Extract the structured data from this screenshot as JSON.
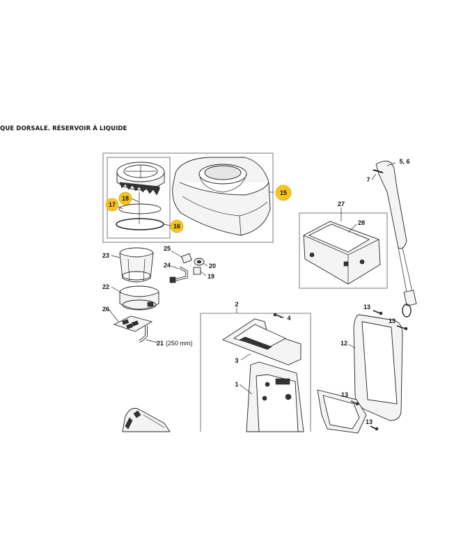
{
  "title": "QUE DORSALE. RÉSERVOIR À LIQUIDE",
  "highlight_color": "#f7c521",
  "callouts": {
    "c1": "1",
    "c2": "2",
    "c3": "3",
    "c4": "4",
    "c56": "5, 6",
    "c7": "7",
    "c12": "12",
    "c13a": "13",
    "c13b": "13",
    "c13c": "13",
    "c13d": "13",
    "c15": "15",
    "c16": "16",
    "c17": "17",
    "c18": "18",
    "c19": "19",
    "c20": "20",
    "c21": "21",
    "c21_note": "(250 mm)",
    "c22": "22",
    "c23": "23",
    "c24": "24",
    "c25": "25",
    "c26": "26",
    "c27": "27",
    "c28": "28"
  }
}
